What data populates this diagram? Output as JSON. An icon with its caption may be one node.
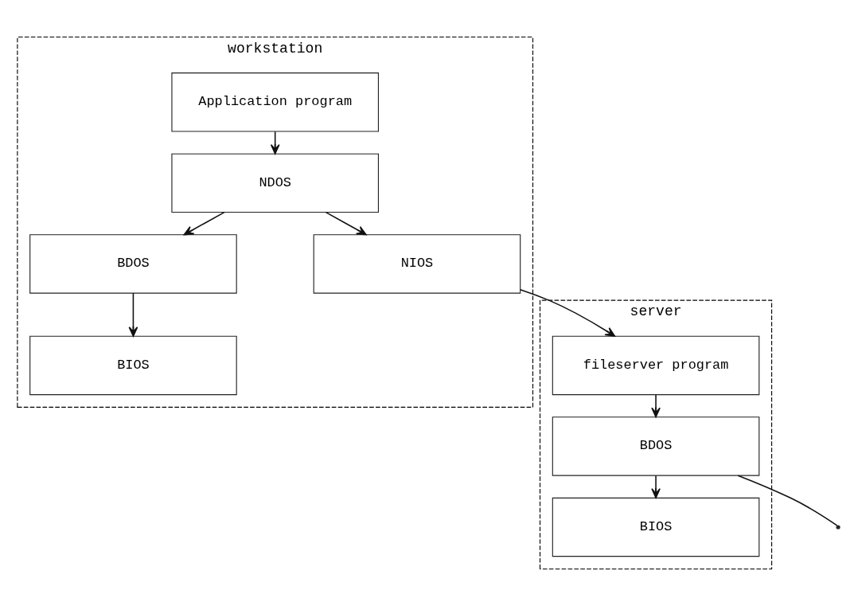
{
  "diagram": {
    "nodes": [
      {
        "text": [
          "workstation"
        ]
      },
      {
        "text": [
          "Application program"
        ],
        "in": 0
      },
      {
        "text": [
          "NDOS"
        ],
        "in": 0
      },
      {
        "text": [
          "NIOS"
        ],
        "in": 0
      },
      {
        "text": [
          "BDOS"
        ],
        "in": 0
      },
      {
        "text": [
          "BIOS"
        ],
        "in": 0
      },
      {
        "text": [
          "server"
        ]
      },
      {
        "text": [
          "fileserver program"
        ],
        "in": 6
      },
      {
        "text": [
          "BDOS"
        ],
        "in": 6
      },
      {
        "text": [
          "BIOS"
        ],
        "in": 6
      }
    ],
    "edges": [
      {
        "from": 1,
        "to": 2,
        "arrow": "to"
      },
      {
        "from": 2,
        "to": 3,
        "arrow": "to"
      },
      {
        "from": 2,
        "to": 4,
        "arrow": "to"
      },
      {
        "from": 4,
        "to": 5,
        "arrow": "to"
      },
      {
        "from": 3,
        "to": 7,
        "arrow": "to"
      },
      {
        "from": 7,
        "to": 8,
        "arrow": "to"
      },
      {
        "from": 8,
        "to": 9,
        "arrow": "to"
      },
      {
        "from": 8,
        "to": null,
        "arrow": "none"
      }
    ]
  }
}
